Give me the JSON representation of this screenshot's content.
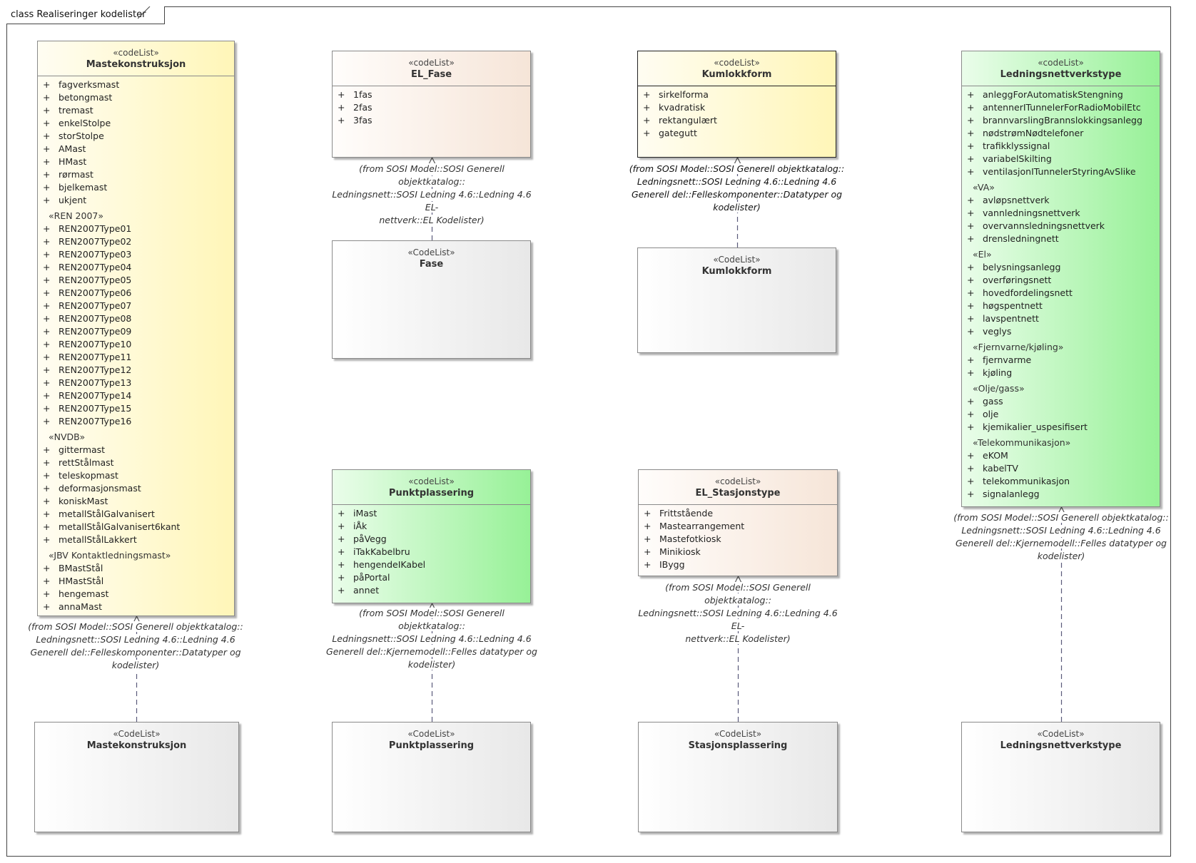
{
  "frame": {
    "title": "class Realiseringer kodelister"
  },
  "classes": [
    {
      "id": "mastekonstruksjon-codelist",
      "stereotype": "«codeList»",
      "name": "Mastekonstruksjon",
      "color": "#fff6b8",
      "groups": [
        {
          "label": "",
          "items": [
            "fagverksmast",
            "betongmast",
            "tremast",
            "enkelStolpe",
            "storStolpe",
            "AMast",
            "HMast",
            "rørmast",
            "bjelkemast",
            "ukjent"
          ]
        },
        {
          "label": "«REN 2007»",
          "items": [
            "REN2007Type01",
            "REN2007Type02",
            "REN2007Type03",
            "REN2007Type04",
            "REN2007Type05",
            "REN2007Type06",
            "REN2007Type07",
            "REN2007Type08",
            "REN2007Type09",
            "REN2007Type10",
            "REN2007Type11",
            "REN2007Type12",
            "REN2007Type13",
            "REN2007Type14",
            "REN2007Type15",
            "REN2007Type16"
          ]
        },
        {
          "label": "«NVDB»",
          "items": [
            "gittermast",
            "rettStålmast",
            "teleskopmast",
            "deformasjonsmast",
            "koniskMast",
            "metallStålGalvanisert",
            "metallStålGalvanisert6kant",
            "metallStålLakkert"
          ]
        },
        {
          "label": "«JBV Kontaktledningsmast»",
          "items": [
            "BMastStål",
            "HMastStål",
            "hengemast",
            "annaMast"
          ]
        }
      ],
      "from": "(from SOSI Model::SOSI Generell objektkatalog:: Ledningsnett::SOSI Ledning 4.6::Ledning 4.6 Generell del::Felleskomponenter::Datatyper og kodelister)"
    },
    {
      "id": "el-fase-codelist",
      "stereotype": "«codeList»",
      "name": "EL_Fase",
      "color": "#f6e5d8",
      "groups": [
        {
          "label": "",
          "items": [
            "1fas",
            "2fas",
            "3fas"
          ]
        }
      ],
      "from": "(from SOSI Model::SOSI Generell objektkatalog:: Ledningsnett::SOSI Ledning 4.6::Ledning 4.6 EL-nettverk::EL Kodelister)"
    },
    {
      "id": "kumlokkform-codelist",
      "stereotype": "«codeList»",
      "name": "Kumlokkform",
      "color": "#fff6b8",
      "groups": [
        {
          "label": "",
          "items": [
            "sirkelforma",
            "kvadratisk",
            "rektangulært",
            "gategutt"
          ]
        }
      ],
      "from": "(from SOSI Model::SOSI Generell objektkatalog:: Ledningsnett::SOSI Ledning 4.6::Ledning 4.6 Generell del::Felleskomponenter::Datatyper og kodelister)"
    },
    {
      "id": "ledningsnettverkstype-codelist",
      "stereotype": "«codeList»",
      "name": "Ledningsnettverkstype",
      "color": "#97f197",
      "groups": [
        {
          "label": "",
          "items": [
            "anleggForAutomatiskStengning",
            "antennerITunnelerForRadioMobilEtc",
            "brannvarslingBrannslokkingsanlegg",
            "nødstrømNødtelefoner",
            "trafikklyssignal",
            "variabelSkilting",
            "ventilasjonITunnelerStyringAvSlike"
          ]
        },
        {
          "label": "«VA»",
          "items": [
            "avløpsnettverk",
            "vannledningsnettverk",
            "overvannsledningsnettverk",
            "drensledningnett"
          ]
        },
        {
          "label": "«El»",
          "items": [
            "belysningsanlegg",
            "overføringsnett",
            "hovedfordelingsnett",
            "høgspentnett",
            "lavspentnett",
            "veglys"
          ]
        },
        {
          "label": "«Fjernvarne/kjøling»",
          "items": [
            "fjernvarme",
            "kjøling"
          ]
        },
        {
          "label": "«Olje/gass»",
          "items": [
            "gass",
            "olje",
            "kjemikalier_uspesifisert"
          ]
        },
        {
          "label": "«Telekommunikasjon»",
          "items": [
            "eKOM",
            "kabelTV",
            "telekommunikasjon",
            "signalanlegg"
          ]
        }
      ],
      "from": "(from SOSI Model::SOSI Generell objektkatalog:: Ledningsnett::SOSI Ledning 4.6::Ledning 4.6 Generell del::Kjernemodell::Felles datatyper og kodelister)"
    },
    {
      "id": "punktplassering-codelist",
      "stereotype": "«codeList»",
      "name": "Punktplassering",
      "color": "#97f197",
      "groups": [
        {
          "label": "",
          "items": [
            "iMast",
            "iÅk",
            "påVegg",
            "iTakKabelbru",
            "hengendeIKabel",
            "påPortal",
            "annet"
          ]
        }
      ],
      "from": "(from SOSI Model::SOSI Generell objektkatalog:: Ledningsnett::SOSI Ledning 4.6::Ledning 4.6 Generell del::Kjernemodell::Felles datatyper og kodelister)"
    },
    {
      "id": "el-stasjonstype-codelist",
      "stereotype": "«codeList»",
      "name": "EL_Stasjonstype",
      "color": "#f6e5d8",
      "groups": [
        {
          "label": "",
          "items": [
            "Frittstående",
            "Mastearrangement",
            "Mastefotkiosk",
            "Minikiosk",
            "IBygg"
          ]
        }
      ],
      "from": "(from SOSI Model::SOSI Generell objektkatalog:: Ledningsnett::SOSI Ledning 4.6::Ledning 4.6 EL-nettverk::EL Kodelister)"
    },
    {
      "id": "fase-codelist",
      "stereotype": "«CodeList»",
      "name": "Fase",
      "color": "#e8e8e8",
      "groups": [],
      "from": ""
    },
    {
      "id": "kumlokkform-impl",
      "stereotype": "«CodeList»",
      "name": "Kumlokkform",
      "color": "#e8e8e8",
      "groups": [],
      "from": ""
    },
    {
      "id": "mastekonstruksjon-impl",
      "stereotype": "«CodeList»",
      "name": "Mastekonstruksjon",
      "color": "#e8e8e8",
      "groups": [],
      "from": ""
    },
    {
      "id": "punktplassering-impl",
      "stereotype": "«CodeList»",
      "name": "Punktplassering",
      "color": "#e8e8e8",
      "groups": [],
      "from": ""
    },
    {
      "id": "stasjonsplassering-impl",
      "stereotype": "«CodeList»",
      "name": "Stasjonsplassering",
      "color": "#e8e8e8",
      "groups": [],
      "from": ""
    },
    {
      "id": "ledningsnettverkstype-impl",
      "stereotype": "«CodeList»",
      "name": "Ledningsnettverkstype",
      "color": "#e8e8e8",
      "groups": [],
      "from": ""
    }
  ],
  "realizations": [
    {
      "from": "fase-codelist",
      "to": "el-fase-codelist"
    },
    {
      "from": "kumlokkform-impl",
      "to": "kumlokkform-codelist"
    },
    {
      "from": "mastekonstruksjon-impl",
      "to": "mastekonstruksjon-codelist"
    },
    {
      "from": "punktplassering-impl",
      "to": "punktplassering-codelist"
    },
    {
      "from": "stasjonsplassering-impl",
      "to": "el-stasjonstype-codelist"
    },
    {
      "from": "ledningsnettverkstype-impl",
      "to": "ledningsnettverkstype-codelist"
    }
  ]
}
